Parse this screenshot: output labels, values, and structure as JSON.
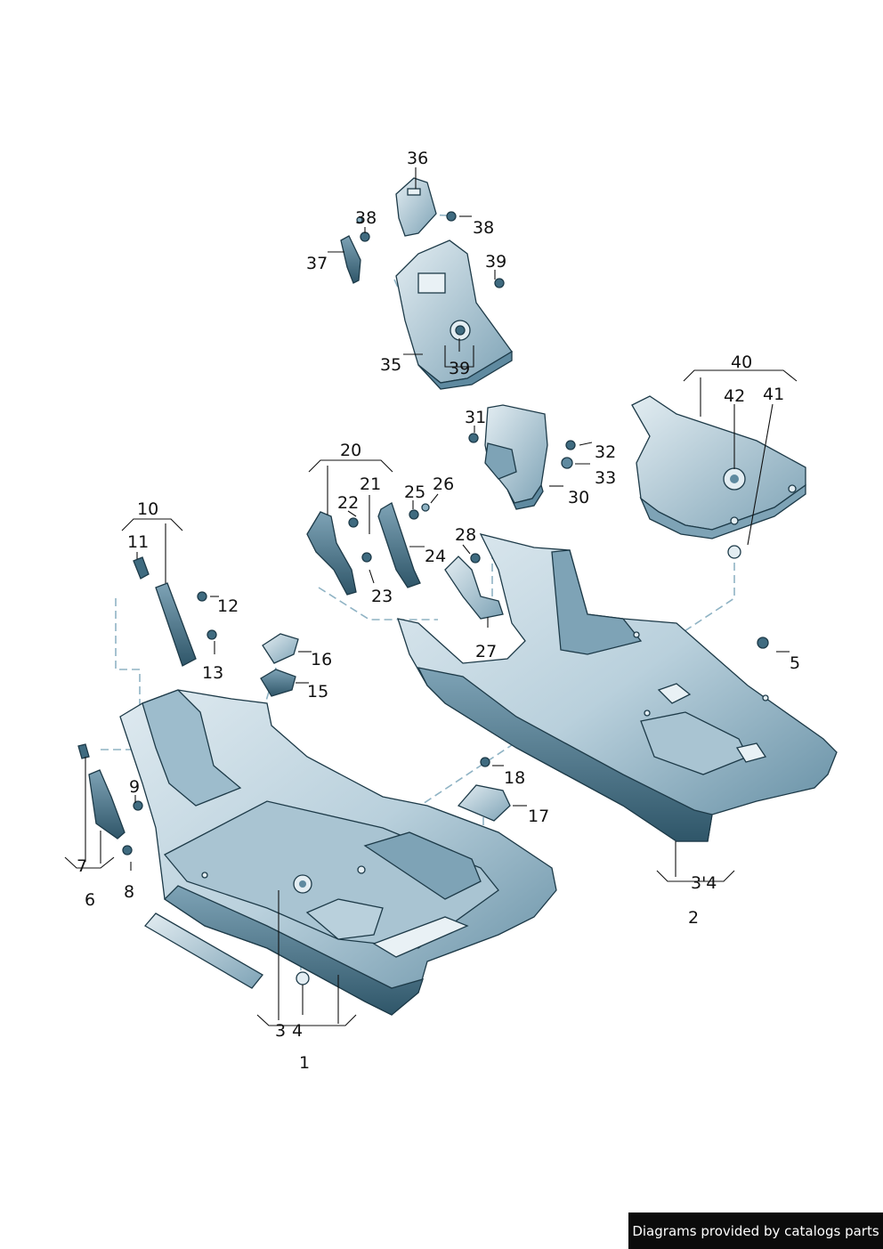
{
  "labels": {
    "l1": "1",
    "l2": "2",
    "l3": "3",
    "l4": "4",
    "l34": "3'4",
    "l5": "5",
    "l6": "6",
    "l7": "7",
    "l8": "8",
    "l9": "9",
    "l10": "10",
    "l11": "11",
    "l12": "12",
    "l13": "13",
    "l15": "15",
    "l16": "16",
    "l17": "17",
    "l18": "18",
    "l20": "20",
    "l21": "21",
    "l22": "22",
    "l23": "23",
    "l24": "24",
    "l25": "25",
    "l26": "26",
    "l27": "27",
    "l28": "28",
    "l30": "30",
    "l31": "31",
    "l32": "32",
    "l33": "33",
    "l35": "35",
    "l36": "36",
    "l37": "37",
    "l38a": "38",
    "l38b": "38",
    "l39a": "39",
    "l39b": "39",
    "l40": "40",
    "l41": "41",
    "l42": "42"
  },
  "footer": {
    "text": "Diagrams provided by catalogs parts"
  },
  "colors": {
    "part_light": "#c9dde6",
    "part_mid": "#8fb3c4",
    "part_dark": "#3f6b80",
    "outline": "#1d3a48",
    "dash_line": "#8fb3c4"
  }
}
